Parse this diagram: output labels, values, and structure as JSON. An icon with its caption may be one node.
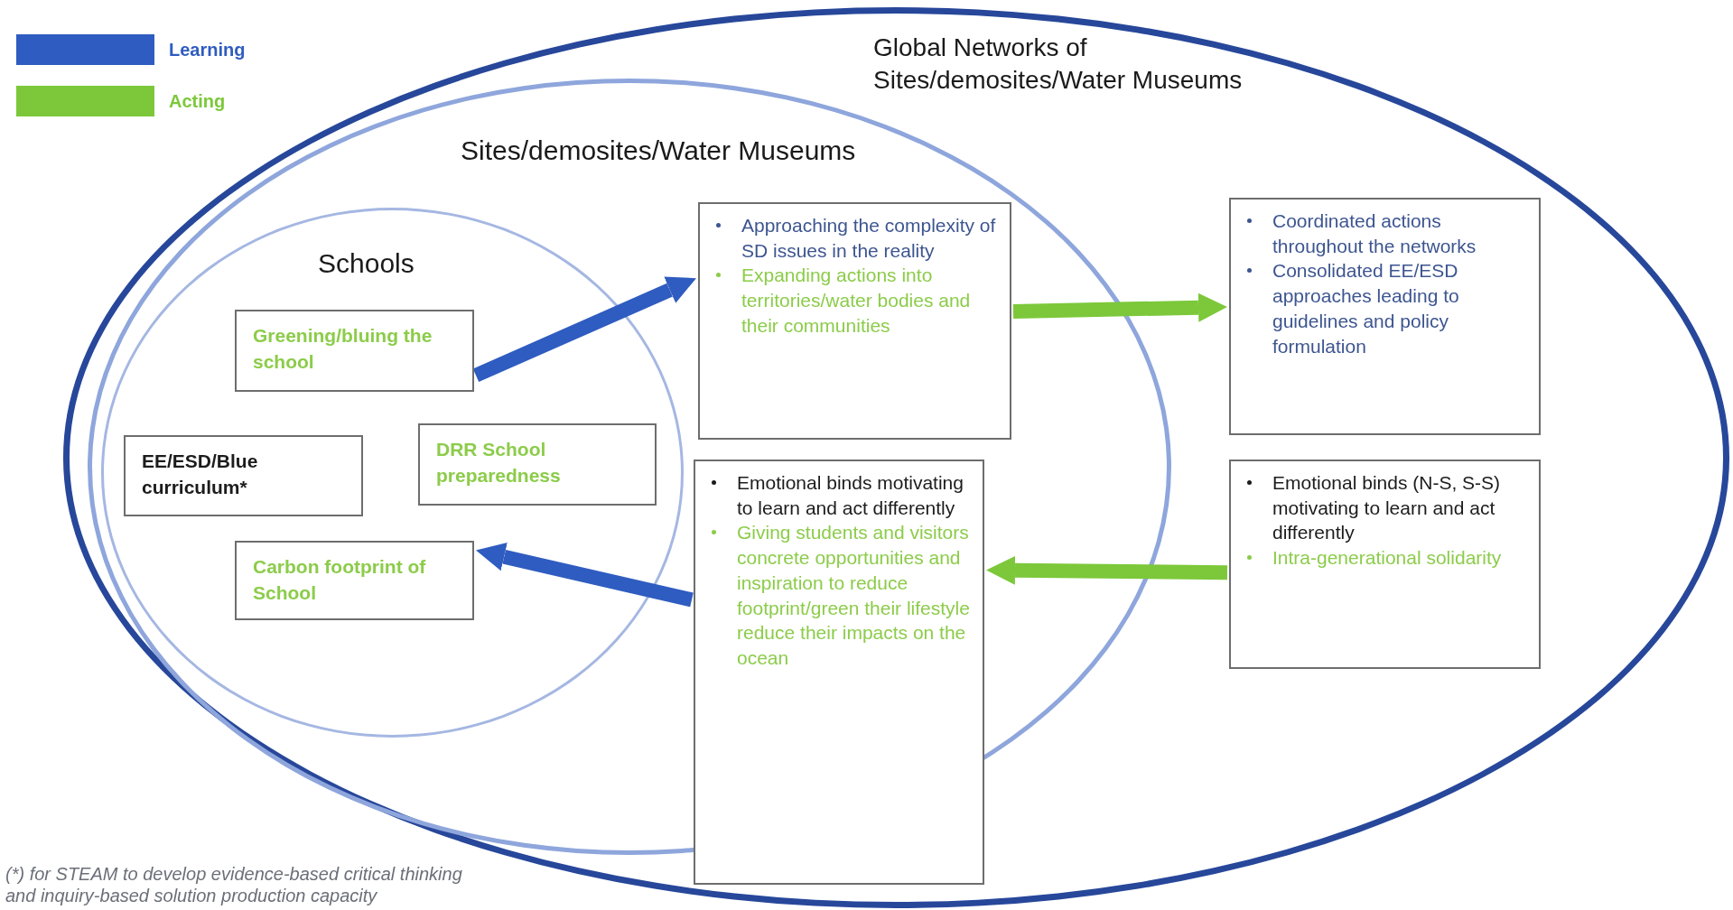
{
  "diagram": {
    "nodes": [
      {
        "text": [
          "Global Networks of Sites/demosites/Water Museums"
        ]
      },
      {
        "text": [
          "Sites/demosites/Water Museums"
        ],
        "in": 0
      },
      {
        "text": [
          "Schools"
        ],
        "in": 1
      },
      {
        "text": [
          "Greening/bluing the school"
        ],
        "in": 2
      },
      {
        "text": [
          "EE/ESD/Blue curriculum*"
        ],
        "in": 2
      },
      {
        "text": [
          "DRR School preparedness"
        ],
        "in": 2
      },
      {
        "text": [
          "Carbon footprint of School"
        ],
        "in": 2
      },
      {
        "text": [
          "Approaching the complexity of SD issues in the reality",
          "Expanding actions into territories/water bodies and their communities"
        ],
        "in": 1
      },
      {
        "text": [
          "Emotional binds motivating to learn and act differently",
          "Giving students and visitors concrete opportunities and inspiration to reduce footprint/green their lifestyle reduce their impacts on the ocean"
        ],
        "in": 0
      },
      {
        "text": [
          "Coordinated actions throughout the networks",
          "Consolidated EE/ESD approaches leading to guidelines and policy formulation"
        ],
        "in": 0
      },
      {
        "text": [
          "Emotional binds (N-S, S-S) motivating to learn and act differently",
          "Intra-generational solidarity"
        ],
        "in": 0
      }
    ],
    "edges": [
      {
        "from": 3,
        "to": 7,
        "arrow": "to",
        "color": "#2f5cc0"
      },
      {
        "from": 8,
        "to": 6,
        "arrow": "to",
        "color": "#2f5cc0"
      },
      {
        "from": 7,
        "to": 9,
        "arrow": "to",
        "color": "#7cc83a"
      },
      {
        "from": 10,
        "to": 8,
        "arrow": "to",
        "color": "#7cc83a"
      }
    ],
    "labels": [
      "(*) for STEAM to develop evidence-based critical thinking and inquiry-based solution production capacity"
    ],
    "legend": [
      {
        "text": "Learning",
        "color": "#2f5cc0"
      },
      {
        "text": "Acting",
        "color": "#7cc83a"
      }
    ]
  }
}
